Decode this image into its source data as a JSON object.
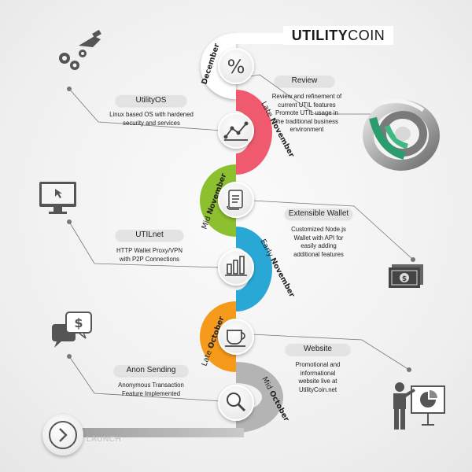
{
  "brand": {
    "strong": "UTILITY",
    "light": "COIN"
  },
  "months": {
    "december": "December",
    "late_november": [
      "Late",
      "November"
    ],
    "mid_november": [
      "Mid",
      "November"
    ],
    "early_november": [
      "Early",
      "November"
    ],
    "late_october": [
      "Late",
      "October"
    ],
    "mid_october": [
      "Mid",
      "October"
    ]
  },
  "milestones": [
    {
      "title": "Review",
      "lines": [
        "Review and refinement of",
        "current UTIL features",
        "Promote UTIL usage in",
        "the traditional business",
        "environment"
      ]
    },
    {
      "title": "UtilityOS",
      "lines": [
        "Linux based OS with hardened",
        "security and services"
      ]
    },
    {
      "title": "Extensible Wallet",
      "lines": [
        "Customized Node.js",
        "Wallet with API for",
        "easily adding",
        "additional features"
      ]
    },
    {
      "title": "UTILnet",
      "lines": [
        "HTTP Wallet Proxy/VPN",
        "with P2P Connections"
      ]
    },
    {
      "title": "Website",
      "lines": [
        "Promotional and",
        "informational",
        "website live at",
        "UtilityCoin.net"
      ]
    },
    {
      "title": "Anon Sending",
      "lines": [
        "Anonymous Transaction",
        "Feature Implemented"
      ]
    }
  ],
  "launch_label": "LAUNCH",
  "colors": {
    "white_band": "#ffffff",
    "red": "#f05a6e",
    "green": "#8cc02e",
    "blue": "#29a8d6",
    "orange": "#f59a1b",
    "grey": "#b4b4b4"
  },
  "icons": [
    "percent-icon",
    "line-chart-icon",
    "document-scroll-icon",
    "bar-chart-icon",
    "coffee-cup-icon",
    "magnifier-icon",
    "launch-arrow-icon",
    "gears-hand-icon",
    "monitor-cursor-icon",
    "money-chat-icon",
    "dollar-bills-icon",
    "presenter-chart-icon",
    "utilitycoin-3d-logo-icon"
  ]
}
